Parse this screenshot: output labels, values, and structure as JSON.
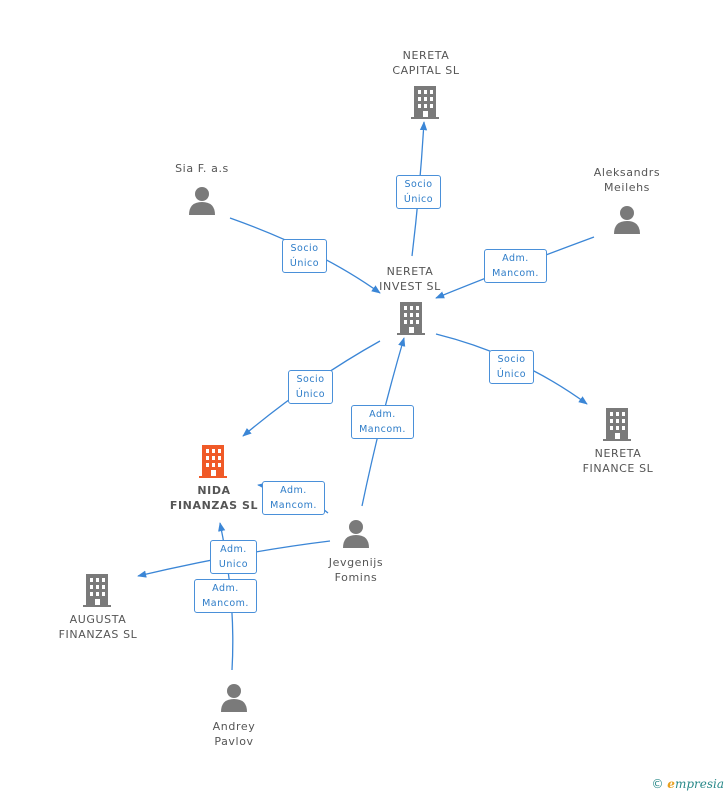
{
  "colors": {
    "edge": "#3b86d6",
    "company": "#7a7a7a",
    "focus_company": "#f05a28",
    "person": "#7a7a7a"
  },
  "nodes": {
    "nereta_capital": {
      "line1": "NERETA",
      "line2": "CAPITAL  SL",
      "type": "company"
    },
    "sia_fas": {
      "line1": "Sia F. a.s",
      "line2": "",
      "type": "person"
    },
    "aleksandrs": {
      "line1": "Aleksandrs",
      "line2": "Meilehs",
      "type": "person"
    },
    "nereta_invest": {
      "line1": "NERETA",
      "line2": "INVEST SL",
      "type": "company"
    },
    "nereta_finance": {
      "line1": "NERETA",
      "line2": "FINANCE SL",
      "type": "company"
    },
    "nida": {
      "line1": "NIDA",
      "line2": "FINANZAS  SL",
      "type": "focus_company"
    },
    "jevgenijs": {
      "line1": "Jevgenijs",
      "line2": "Fomins",
      "type": "person"
    },
    "augusta": {
      "line1": "AUGUSTA",
      "line2": "FINANZAS  SL",
      "type": "company"
    },
    "andrey": {
      "line1": "Andrey",
      "line2": "Pavlov",
      "type": "person"
    }
  },
  "edge_labels": {
    "invest_capital": {
      "l1": "Socio",
      "l2": "Único"
    },
    "sia_invest": {
      "l1": "Socio",
      "l2": "Único"
    },
    "aleks_invest": {
      "l1": "Adm.",
      "l2": "Mancom."
    },
    "invest_finance": {
      "l1": "Socio",
      "l2": "Único"
    },
    "invest_nida": {
      "l1": "Socio",
      "l2": "Único"
    },
    "jev_invest": {
      "l1": "Adm.",
      "l2": "Mancom."
    },
    "jev_nida": {
      "l1": "Adm.",
      "l2": "Mancom."
    },
    "nida_augusta": {
      "l1": "Adm.",
      "l2": "Unico"
    },
    "andrey_nida": {
      "l1": "Adm.",
      "l2": "Mancom."
    }
  },
  "footer": {
    "copyright": "©",
    "brand_e": "e",
    "brand_rest": "mpresia"
  }
}
